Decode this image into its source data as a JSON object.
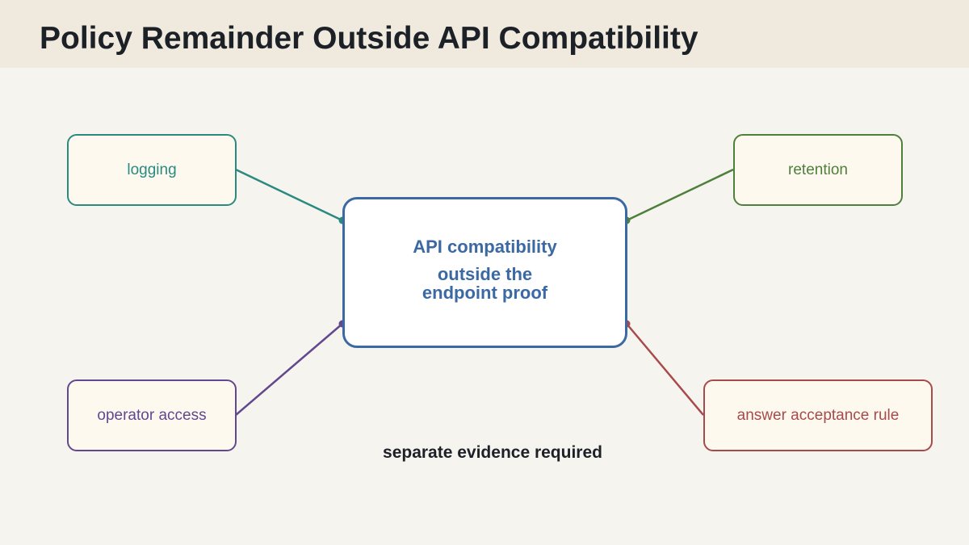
{
  "header": {
    "title": "Policy Remainder Outside API Compatibility"
  },
  "center": {
    "line1": "API compatibility",
    "line2": "outside the",
    "line3": "endpoint proof",
    "color": "#3b69a3"
  },
  "nodes": {
    "logging": {
      "label": "logging",
      "color": "#2a8a80"
    },
    "retention": {
      "label": "retention",
      "color": "#4f7f3c"
    },
    "operator_access": {
      "label": "operator access",
      "color": "#62488e"
    },
    "answer_acceptance_rule": {
      "label": "answer acceptance rule",
      "color": "#a84a4c"
    }
  },
  "footer": {
    "note": "separate evidence required"
  },
  "colors": {
    "background": "#f6f4ee",
    "header_band": "#f0e9de",
    "node_fill": "#fdf9ef",
    "text_dark": "#1c2127"
  }
}
